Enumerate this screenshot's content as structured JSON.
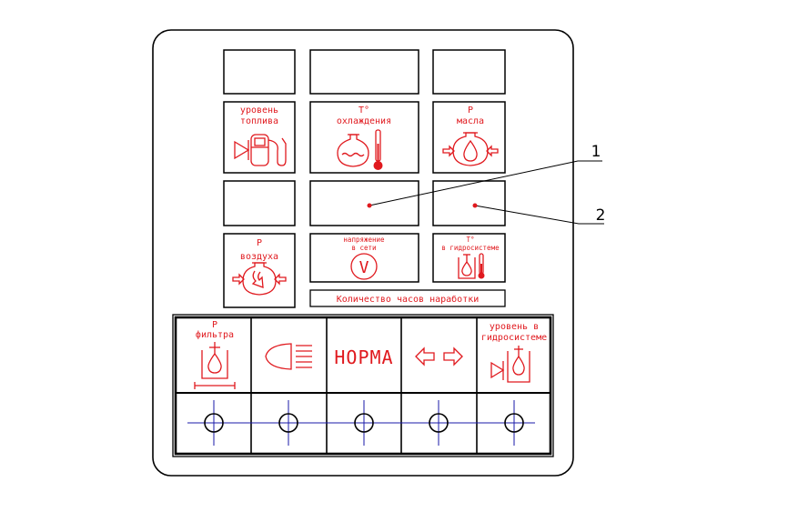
{
  "panel": {
    "indicators": {
      "fuel_level": {
        "line1": "уровень",
        "line2": "топлива",
        "icon": "fuel-pump-icon"
      },
      "coolant_temp": {
        "line1": "Т°",
        "line2": "охлаждения",
        "icon": "coolant-thermometer-icon"
      },
      "oil_pressure": {
        "line1": "Р",
        "line2": "масла",
        "icon": "oil-drop-pressure-icon"
      },
      "air_pressure": {
        "line1": "Р",
        "line2": "воздуха",
        "icon": "air-pressure-icon"
      },
      "mains_voltage": {
        "line1": "напряжение",
        "line2": "в сети",
        "symbol": "V",
        "icon": "voltmeter-icon"
      },
      "hydraulic_temp": {
        "line1": "Т°",
        "line2": "в гидросистеме",
        "icon": "hydraulic-thermometer-icon"
      }
    },
    "hour_meter_label": "Количество часов наработки",
    "bottom_row": {
      "filter_pressure": {
        "line1": "Р",
        "line2": "фильтра",
        "icon": "filter-drop-icon"
      },
      "headlights": {
        "icon": "headlight-icon"
      },
      "norma": {
        "label": "НОРМА"
      },
      "direction": {
        "icon": "left-right-arrows-icon"
      },
      "hydraulic_level": {
        "line1": "уровень в",
        "line2": "гидросистеме",
        "icon": "hydraulic-level-icon"
      }
    },
    "switch_count": 5
  },
  "callouts": [
    {
      "number": "1"
    },
    {
      "number": "2"
    }
  ],
  "colors": {
    "labels": "#e0191e",
    "outline": "#000000",
    "center_lines": "#1a1aa8"
  }
}
